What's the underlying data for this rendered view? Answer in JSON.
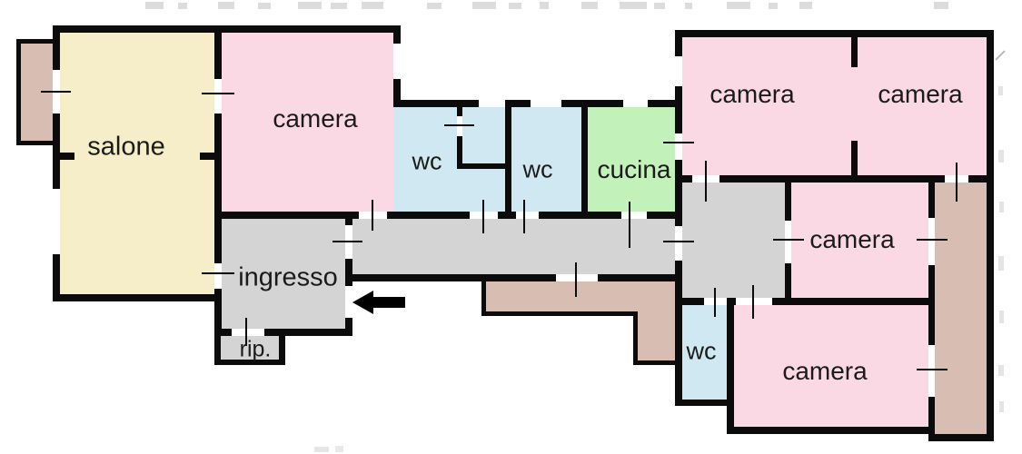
{
  "floorplan": {
    "type": "apartment-floor-plan",
    "language": "it",
    "rooms": {
      "salone": {
        "label": "salone",
        "fill": "cream"
      },
      "camera_top_left": {
        "label": "camera",
        "fill": "pink"
      },
      "wc_1": {
        "label": "wc",
        "fill": "blue"
      },
      "wc_2": {
        "label": "wc",
        "fill": "blue"
      },
      "cucina": {
        "label": "cucina",
        "fill": "green"
      },
      "camera_top_right_1": {
        "label": "camera",
        "fill": "pink"
      },
      "camera_top_right_2": {
        "label": "camera",
        "fill": "pink"
      },
      "camera_mid_right": {
        "label": "camera",
        "fill": "pink"
      },
      "camera_bottom_right": {
        "label": "camera",
        "fill": "pink"
      },
      "ingresso": {
        "label": "ingresso",
        "fill": "gray"
      },
      "rip": {
        "label": "rip.",
        "fill": "gray"
      },
      "wc_3": {
        "label": "wc",
        "fill": "blue"
      },
      "corridor": {
        "label": "",
        "fill": "gray"
      },
      "disimpegno": {
        "label": "",
        "fill": "gray"
      },
      "balcony_left": {
        "label": "",
        "fill": "tan"
      },
      "balcony_bottom": {
        "label": "",
        "fill": "tan"
      },
      "balcony_right": {
        "label": "",
        "fill": "tan"
      }
    },
    "colors": {
      "cream": "#F6EEC9",
      "pink": "#FBD9E4",
      "blue": "#CFE8F2",
      "green": "#C3F1BA",
      "gray": "#D4D4D4",
      "tan": "#D7BDB2",
      "wall": "#0B0B0B",
      "label": "#1B1B1B"
    },
    "entrance": {
      "icon": "left-arrow-icon",
      "direction": "left"
    }
  }
}
